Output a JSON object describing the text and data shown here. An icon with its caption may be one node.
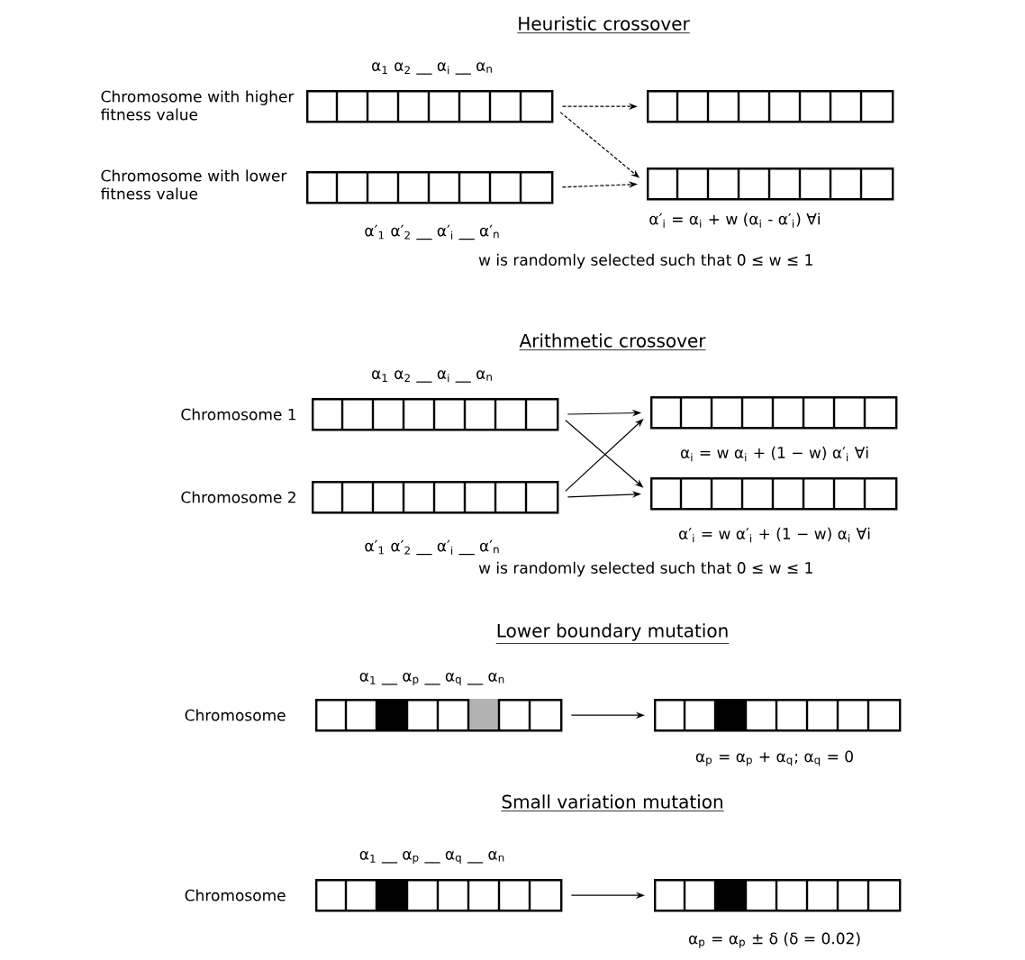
{
  "diagram": {
    "nodes": [
      {
        "text": [],
        "shape": "bar",
        "beside": [
          "Chromosome with higher fitness value",
          "α$_{1}$ α$_{2}$ __ α$_{i}$ __ α$_{n}$"
        ]
      },
      {
        "text": [],
        "shape": "bar",
        "beside": [
          "Chromosome with lower fitness value",
          "α′$_{1}$ α′$_{2}$ __ α′$_{i}$ __ α′$_{n}$"
        ]
      },
      {
        "text": [],
        "shape": "bar"
      },
      {
        "text": [],
        "shape": "bar",
        "beside": [
          "α′$_{i}$ = α$_{i}$ + w (α$_{i}$ - α′$_{i}$) ∀i"
        ]
      },
      {
        "text": [],
        "shape": "bar",
        "beside": [
          "Chromosome 1",
          "α$_{1}$ α$_{2}$ __ α$_{i}$ __ α$_{n}$"
        ]
      },
      {
        "text": [],
        "shape": "bar",
        "beside": [
          "Chromosome 2",
          "α′$_{1}$ α′$_{2}$ __ α′$_{i}$ __ α′$_{n}$"
        ]
      },
      {
        "text": [],
        "shape": "bar",
        "beside": [
          "α$_{i}$ = w α$_{i}$ + (1 − w) α′$_{i}$ ∀i"
        ]
      },
      {
        "text": [],
        "shape": "bar",
        "beside": [
          "α′$_{i}$ = w α′$_{i}$ + (1 − w) α$_{i}$ ∀i"
        ]
      },
      {
        "text": [],
        "shape": "bar",
        "beside": [
          "Chromosome",
          "α$_{1}$ __ α$_{p}$ __ α$_{q}$ __ α$_{n}$"
        ]
      },
      {
        "text": [],
        "shape": "bar",
        "beside": [
          "α$_{p}$ = α$_{p}$ + α$_{q}$; α$_{q}$ = 0"
        ]
      },
      {
        "text": [],
        "shape": "bar",
        "beside": [
          "Chromosome",
          "α$_{1}$ __ α$_{p}$ __ α$_{q}$ __ α$_{n}$"
        ]
      },
      {
        "text": [],
        "shape": "bar",
        "beside": [
          "α$_{p}$ = α$_{p}$ ± δ (δ = 0.02)"
        ]
      }
    ],
    "edges": [
      {
        "from": 0,
        "to": 2,
        "arrow": "to",
        "style": "dashed"
      },
      {
        "from": 0,
        "to": 3,
        "arrow": "to",
        "style": "dashed"
      },
      {
        "from": 1,
        "to": 3,
        "arrow": "to",
        "style": "dashed"
      },
      {
        "from": 4,
        "to": 6,
        "arrow": "to"
      },
      {
        "from": 4,
        "to": 7,
        "arrow": "to"
      },
      {
        "from": 5,
        "to": 6,
        "arrow": "to"
      },
      {
        "from": 5,
        "to": 7,
        "arrow": "to"
      },
      {
        "from": 8,
        "to": 9,
        "arrow": "to"
      },
      {
        "from": 10,
        "to": 11,
        "arrow": "to"
      }
    ],
    "labels": [
      "Heuristic crossover",
      "w is randomly selected such that 0 ≤ w ≤ 1",
      "Arithmetic crossover",
      "w is randomly selected such that 0 ≤ w ≤ 1",
      "Lower boundary mutation",
      "Small variation mutation"
    ]
  }
}
